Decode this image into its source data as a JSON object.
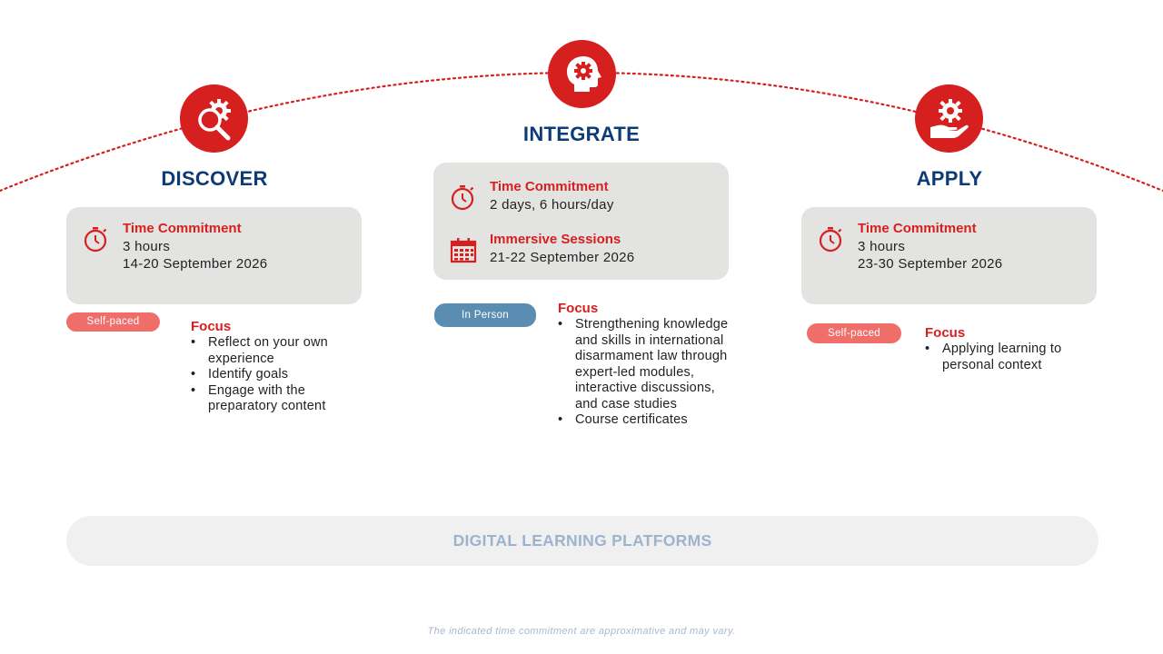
{
  "phases": [
    {
      "title": "DISCOVER",
      "icon": "magnifier-gear-icon",
      "card": [
        {
          "label": "Time Commitment",
          "icon": "stopwatch-icon",
          "lines": [
            "3 hours",
            "14-20 September 2026"
          ]
        }
      ],
      "badge": {
        "text": "Self-paced",
        "color": "#ef6e6a"
      },
      "focus": {
        "title": "Focus",
        "items": [
          "Reflect on your own experience",
          "Identify goals",
          "Engage with the preparatory content"
        ]
      }
    },
    {
      "title": "INTEGRATE",
      "icon": "head-gear-icon",
      "card": [
        {
          "label": "Time Commitment",
          "icon": "stopwatch-icon",
          "lines": [
            "2 days, 6 hours/day"
          ]
        },
        {
          "label": "Immersive Sessions",
          "icon": "calendar-icon",
          "lines": [
            "21-22 September 2026"
          ]
        }
      ],
      "badge": {
        "text": "In Person",
        "color": "#5b8db2"
      },
      "focus": {
        "title": "Focus",
        "items": [
          "Strengthening knowledge and skills in international disarmament law through expert-led modules, interactive discussions, and case studies",
          "Course certificates"
        ]
      }
    },
    {
      "title": "APPLY",
      "icon": "hand-gear-icon",
      "card": [
        {
          "label": "Time Commitment",
          "icon": "stopwatch-icon",
          "lines": [
            "3 hours",
            "23-30 September 2026"
          ]
        }
      ],
      "badge": {
        "text": "Self-paced",
        "color": "#ef6e6a"
      },
      "focus": {
        "title": "Focus",
        "items": [
          "Applying learning to personal context"
        ]
      }
    }
  ],
  "platform": {
    "label": "DIGITAL LEARNING PLATFORMS"
  },
  "footnote": "The indicated time commitment are approximative and may vary.",
  "colors": {
    "accent": "#d61f1f",
    "title": "#0c3b78",
    "card": "#e3e3e1"
  }
}
